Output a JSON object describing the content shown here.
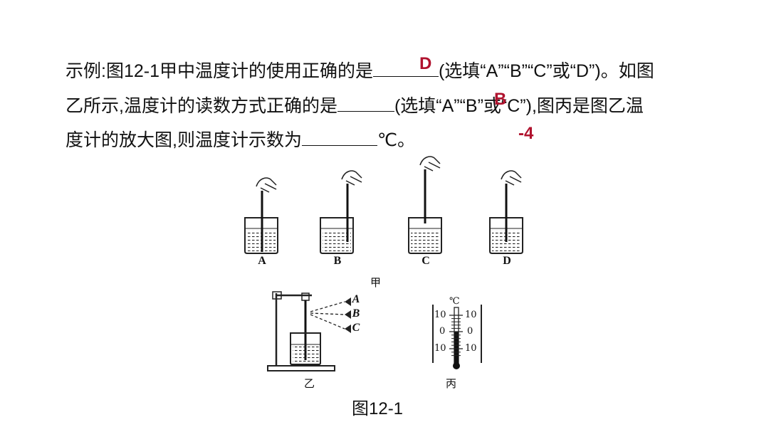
{
  "question": {
    "line1_prefix": "示例:图12-1甲中温度计的使用正确的是",
    "line1_suffix": "(选填“A”“B”“C”或“D”)。如图",
    "line2_prefix": "乙所示,温度计的读数方式正确的是",
    "line2_suffix": "(选填“A”“B”或“C”),图丙是图乙温",
    "line3_prefix": "度计的放大图,则温度计示数为",
    "line3_suffix": "℃。"
  },
  "answers": {
    "a1": "D",
    "a2": "B",
    "a3": "-4",
    "color": "#b0122e"
  },
  "figure": {
    "beaker_labels": [
      "A",
      "B",
      "C",
      "D"
    ],
    "part_jia": "甲",
    "part_yi": "乙",
    "part_bing": "丙",
    "eye_labels": [
      "A",
      "B",
      "C"
    ],
    "scale_unit": "℃",
    "scale_ticks": [
      "10",
      "0",
      "10"
    ],
    "caption": "图12-1"
  }
}
